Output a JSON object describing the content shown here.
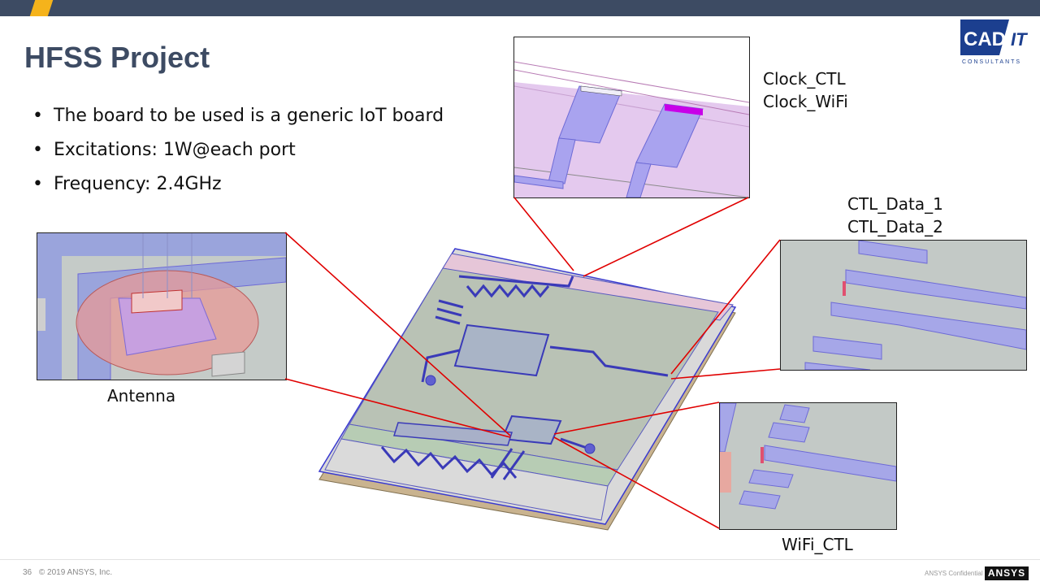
{
  "slide": {
    "title": "HFSS Project",
    "bullets": [
      "The board to be used is a generic IoT board",
      "Excitations: 1W@each port",
      "Frequency: 2.4GHz"
    ]
  },
  "callouts": {
    "clock_ctl": "Clock_CTL",
    "clock_wifi": "Clock_WiFi",
    "ctl_data_1": "CTL_Data_1",
    "ctl_data_2": "CTL_Data_2",
    "antenna": "Antenna",
    "wifi_ctl": "WiFi_CTL"
  },
  "logo": {
    "brand": "CAD-IT",
    "sub": "CONSULTANTS"
  },
  "footer": {
    "page_number": "36",
    "copyright": "© 2019 ANSYS, Inc.",
    "confidential": "ANSYS Confidential",
    "ansys_logo": "ANSYS"
  },
  "colors": {
    "header": "#3d4b63",
    "accent": "#f5b31b",
    "leader": "#e00000",
    "trace": "#7a86e0"
  }
}
